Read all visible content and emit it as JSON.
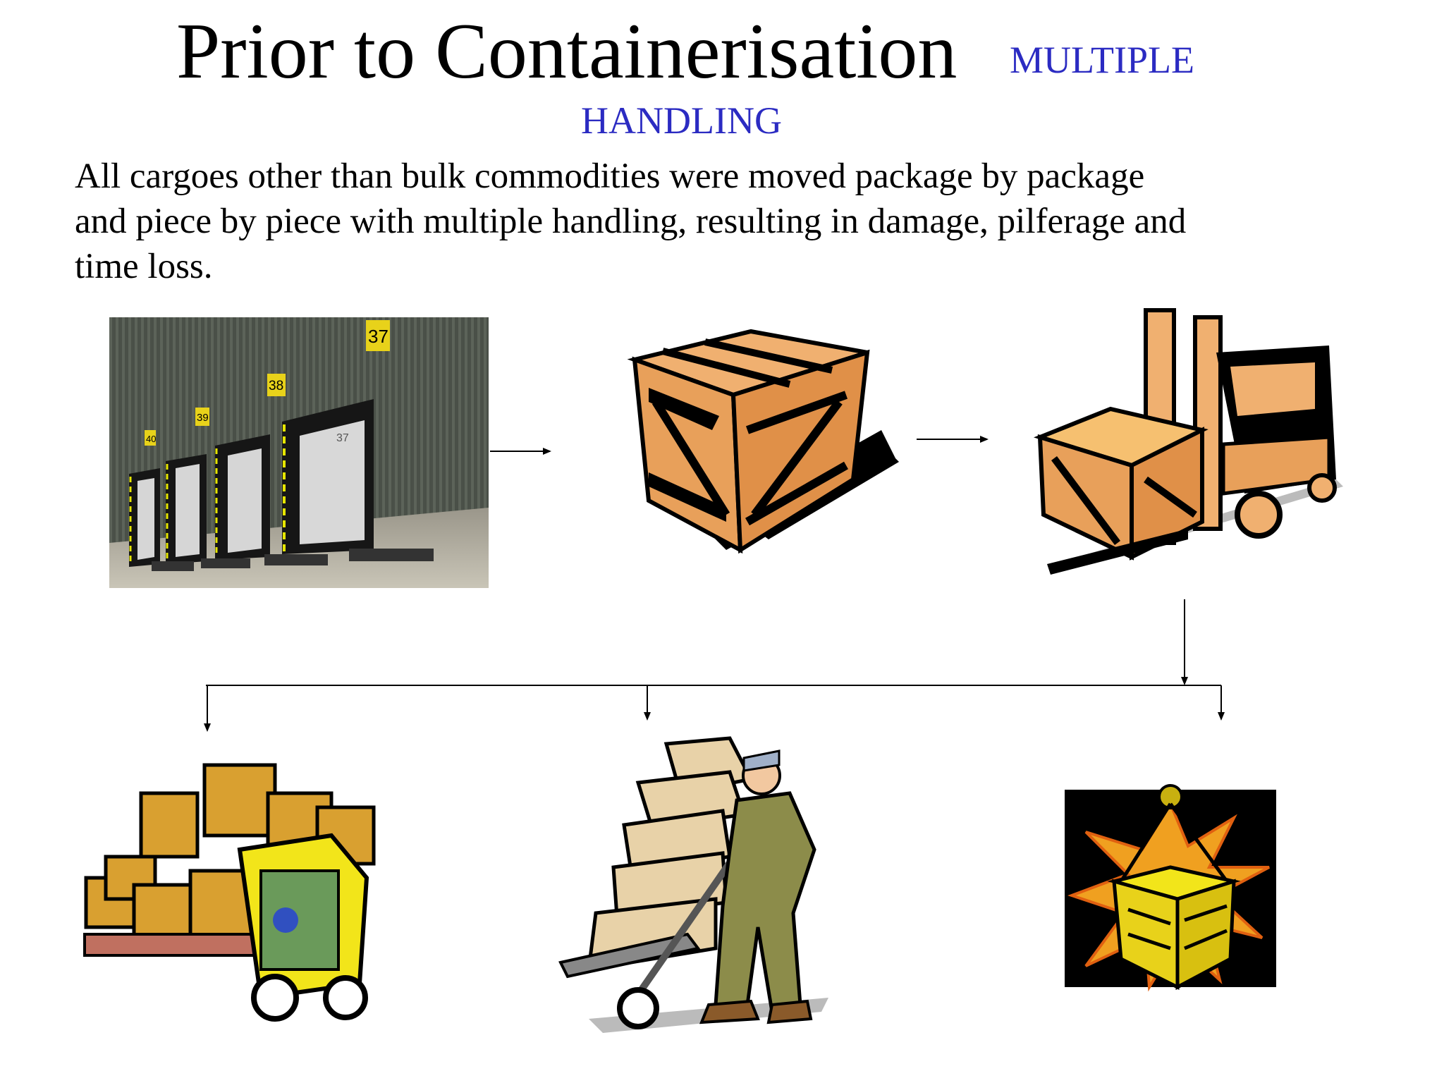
{
  "slide": {
    "title": "Prior to Containerisation",
    "subtitle_line1": "MULTIPLE",
    "subtitle_line2": "HANDLING",
    "body_lines": [
      "All cargoes other than bulk commodities  were moved  package by package",
      "and  piece by piece with multiple handling, resulting in damage, pilferage and",
      "time loss."
    ],
    "dock_door_numbers": [
      "37",
      "38",
      "39",
      "40",
      "37"
    ]
  },
  "colors": {
    "title": "#000000",
    "subtitle": "#2b2bc2",
    "crate": "#e8a05a",
    "box": "#d9a030",
    "forklift_yellow": "#f2e51a",
    "worker_uniform": "#8c8c4a",
    "starburst": "#f0a020"
  },
  "icons": {
    "loading_dock": "loading-dock-photo",
    "crate": "wooden-crate-icon",
    "forklift": "forklift-with-crate-icon",
    "boxes_forklift": "forklift-with-boxes-icon",
    "hand_truck": "worker-hand-truck-icon",
    "sling_load": "crane-sling-load-icon"
  }
}
